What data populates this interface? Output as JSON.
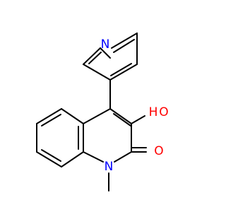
{
  "molecule": {
    "atoms": {
      "pyridine_n": {
        "text": "N",
        "color": "#0000ff"
      },
      "hydroxyl_o": {
        "text": "O",
        "color": "#ff0000"
      },
      "hydroxyl_h": {
        "text": "H",
        "color": "#ff0000"
      },
      "carbonyl_o": {
        "text": "O",
        "color": "#ff0000"
      },
      "ring_n": {
        "text": "N",
        "color": "#0000ff"
      }
    }
  }
}
